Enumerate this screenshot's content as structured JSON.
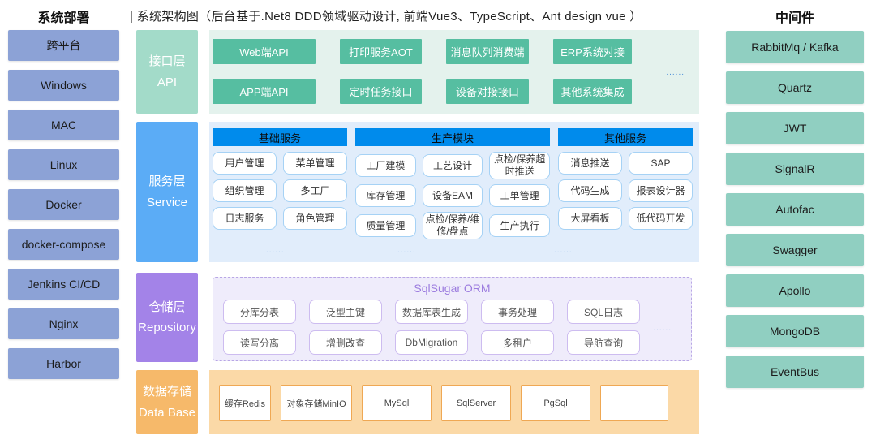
{
  "header": {
    "left_title": "系统部署",
    "main_title": "| 系统架构图（后台基于.Net8 DDD领域驱动设计, 前端Vue3、TypeScript、Ant design  vue ）",
    "right_title": "中间件"
  },
  "deployment": {
    "items": [
      "跨平台",
      "Windows",
      "MAC",
      "Linux",
      "Docker",
      "docker-compose",
      "Jenkins CI/CD",
      "Nginx",
      "Harbor"
    ]
  },
  "middleware": {
    "items": [
      "RabbitMq / Kafka",
      "Quartz",
      "JWT",
      "SignalR",
      "Autofac",
      "Swagger",
      "Apollo",
      "MongoDB",
      "EventBus"
    ]
  },
  "api_layer": {
    "label_zh": "接口层",
    "label_en": "API",
    "items": [
      "Web端API",
      "打印服务AOT",
      "消息队列消费端",
      "ERP系统对接",
      "APP端API",
      "定时任务接口",
      "设备对接接口",
      "其他系统集成"
    ],
    "more": "......"
  },
  "service_layer": {
    "label_zh": "服务层",
    "label_en": "Service",
    "groups": [
      {
        "header": "基础服务",
        "items": [
          "用户管理",
          "菜单管理",
          "组织管理",
          "多工厂",
          "日志服务",
          "角色管理"
        ]
      },
      {
        "header": "生产模块",
        "items": [
          "工厂建模",
          "工艺设计",
          "点检/保养超时推送",
          "库存管理",
          "设备EAM",
          "工单管理",
          "质量管理",
          "点检/保养/维修/盘点",
          "生产执行"
        ]
      },
      {
        "header": "其他服务",
        "items": [
          "消息推送",
          "SAP",
          "代码生成",
          "报表设计器",
          "大屏看板",
          "低代码开发"
        ]
      }
    ],
    "more_marks": [
      "......",
      "......",
      "......"
    ]
  },
  "repository_layer": {
    "label_zh": "仓储层",
    "label_en": "Repository",
    "orm_title": "SqlSugar ORM",
    "items": [
      "分库分表",
      "泛型主键",
      "数据库表生成",
      "事务处理",
      "SQL日志",
      "读写分离",
      "增删改查",
      "DbMigration",
      "多租户",
      "导航查询"
    ],
    "more": "......"
  },
  "database_layer": {
    "label_zh": "数据存储",
    "label_en": "Data Base",
    "items": [
      "缓存Redis",
      "对象存储MinIO",
      "MySql",
      "SqlServer",
      "PgSql",
      ""
    ]
  },
  "colors": {
    "deployment_box": "#8CA2D6",
    "middleware_box": "#90CFC1",
    "api_label": "#A3DBC9",
    "api_item": "#56BEA1",
    "api_band": "#E4F2ED",
    "service_label": "#5BACF6",
    "service_band": "#E1EDFB",
    "service_header": "#008BEC",
    "service_box_border": "#A6D2F5",
    "repository_label": "#A383E8",
    "repository_band": "#EFECFB",
    "orm_title_text": "#9C7CDF",
    "database_label": "#F6B96A",
    "database_band": "#FBD9A7",
    "database_box_border": "#EFA854",
    "dots_text": "#4C8FD8"
  }
}
